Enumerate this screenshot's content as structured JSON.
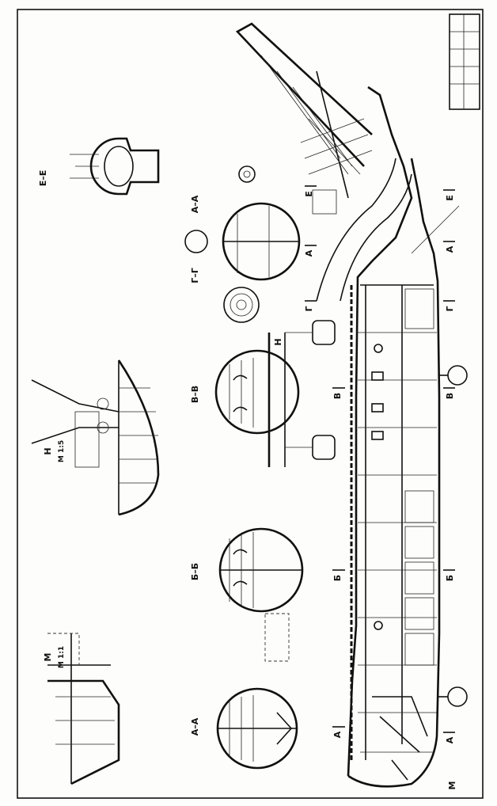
{
  "drawing": {
    "section_labels": {
      "ee": "Е–Е",
      "aa_top": "А–А",
      "gg": "Г–Г",
      "vv": "В–В",
      "bb": "Б–Б",
      "aa_bottom": "А–А"
    },
    "detail_labels": {
      "n_name": "Н",
      "n_scale": "М 1:5",
      "m_name": "М",
      "m_scale": "М 1:1"
    },
    "cut_markers": {
      "e1": "Е",
      "e2": "Е",
      "a1": "А",
      "a2": "А",
      "g1": "Г",
      "g2": "Г",
      "v1": "В",
      "v2": "В",
      "b1": "Б",
      "b2": "Б",
      "a3": "А",
      "a4": "А",
      "h": "Н",
      "m": "М"
    }
  }
}
